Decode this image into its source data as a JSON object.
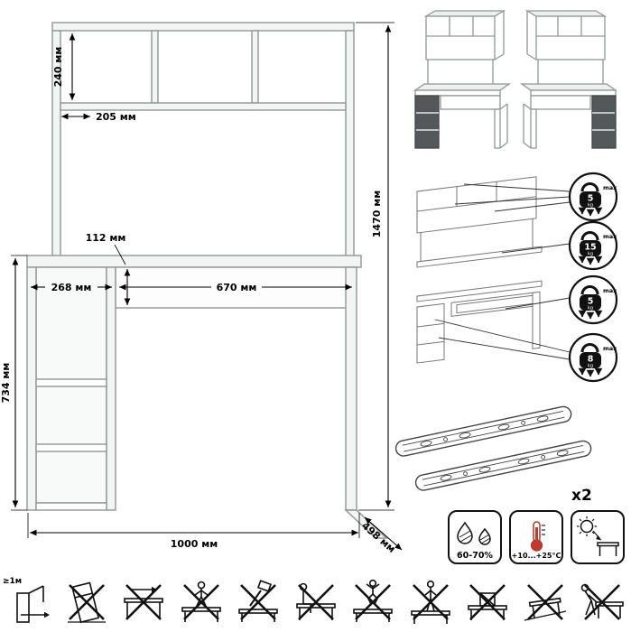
{
  "diagram": {
    "dim_shelf_height": "240 мм",
    "dim_shelf_depth": "205 мм",
    "dim_total_height": "1470 мм",
    "dim_drawer_height": "112 мм",
    "dim_cabinet_width": "268 мм",
    "dim_drawer_width": "670 мм",
    "dim_desk_height": "734 мм",
    "dim_total_width": "1000 мм",
    "dim_depth": "498 мм"
  },
  "load_limits": {
    "items": [
      {
        "value": "5",
        "unit": "kg",
        "suffix": "max"
      },
      {
        "value": "15",
        "unit": "kg",
        "suffix": "max"
      },
      {
        "value": "5",
        "unit": "kg",
        "suffix": "max"
      },
      {
        "value": "8",
        "unit": "kg",
        "suffix": "max"
      }
    ]
  },
  "hardware": {
    "slides_count_label": "x2"
  },
  "conditions": {
    "humidity_label": "60-70%",
    "temperature_label": "+10...+25°C"
  },
  "warnings": {
    "clearance_label": "≥1м"
  }
}
